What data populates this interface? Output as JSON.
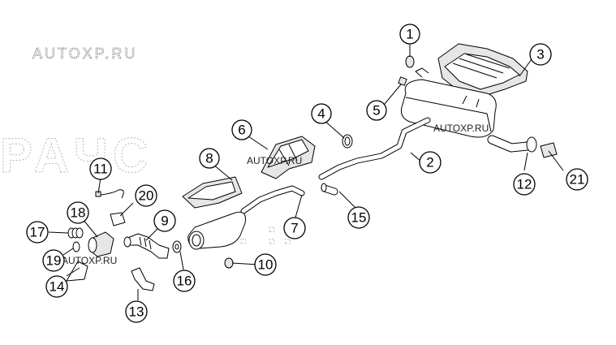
{
  "diagram": {
    "watermarks": [
      "AUTOXP.RU",
      "AUTOXP.RU",
      "AUTOXP.RU",
      "AUTOXP.RU"
    ],
    "callouts": [
      "1",
      "2",
      "3",
      "4",
      "5",
      "6",
      "7",
      "8",
      "9",
      "10",
      "11",
      "12",
      "13",
      "14",
      "15",
      "16",
      "17",
      "18",
      "19",
      "20",
      "21"
    ]
  }
}
